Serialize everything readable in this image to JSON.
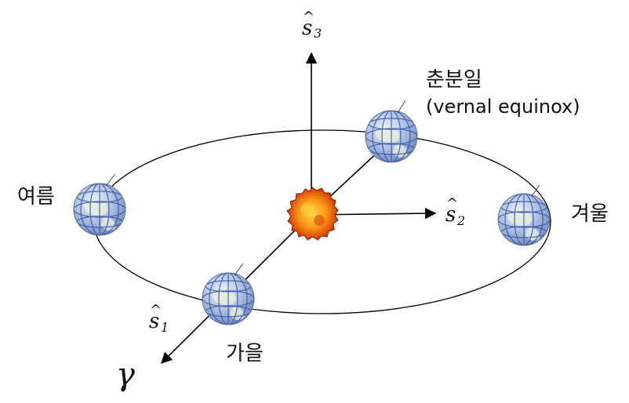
{
  "labels": {
    "spring_ko": "춘분일",
    "spring_en": "(vernal equinox)",
    "summer": "여름",
    "autumn": "가을",
    "winter": "겨울",
    "vernal_point_symbol": "γ"
  },
  "axes": {
    "s1": {
      "base": "s",
      "hat": "^",
      "sub": "1"
    },
    "s2": {
      "base": "s",
      "hat": "^",
      "sub": "2"
    },
    "s3": {
      "base": "s",
      "hat": "^",
      "sub": "3"
    }
  },
  "colors": {
    "line": "#000000",
    "globe_ocean": "#9db4d6",
    "globe_land": "#dfe7cf",
    "globe_grid": "#2f4fa8",
    "sun_core": "#ff9d1a",
    "sun_edge": "#b32200"
  },
  "icons": {
    "sun": "sun-icon",
    "globe": "earth-globe-icon"
  }
}
